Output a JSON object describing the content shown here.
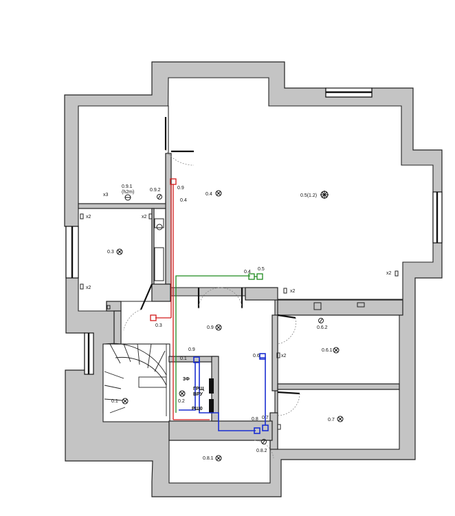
{
  "labels": {
    "l_091": "0.9.1",
    "l_h2m": "(h2m)",
    "l_x3": "x3",
    "l_092": "0.9.2",
    "l_09": "0.9",
    "l_04s": "0.4",
    "l_04": "0.4",
    "l_05": "0.5(1.2)",
    "l_x2a": "x2",
    "l_x2b": "x2",
    "l_03": "0.3",
    "l_x2c": "x2",
    "l_p04": "0.4",
    "l_p05": "0.5",
    "l_x2d": "x2",
    "l_x2e": "x2",
    "l_03s": "0.3",
    "l_09h": "0.9",
    "l_062": "0.6.2",
    "l_061": "0.6.1",
    "l_06": "0.6",
    "l_x2f": "x2",
    "l_09b": "0.9",
    "l_01s": "0.1",
    "l_3f": "3Ф",
    "l_grsh": "ГРЩ",
    "l_vru": "ВРУ",
    "l_02": "0.2",
    "l_01": "0.1",
    "l_rsch": "РЩ0",
    "l_08": "0.8",
    "l_07s": "0.7",
    "l_07": "0.7",
    "l_082": "0.8.2",
    "l_081": "0.8.1"
  }
}
